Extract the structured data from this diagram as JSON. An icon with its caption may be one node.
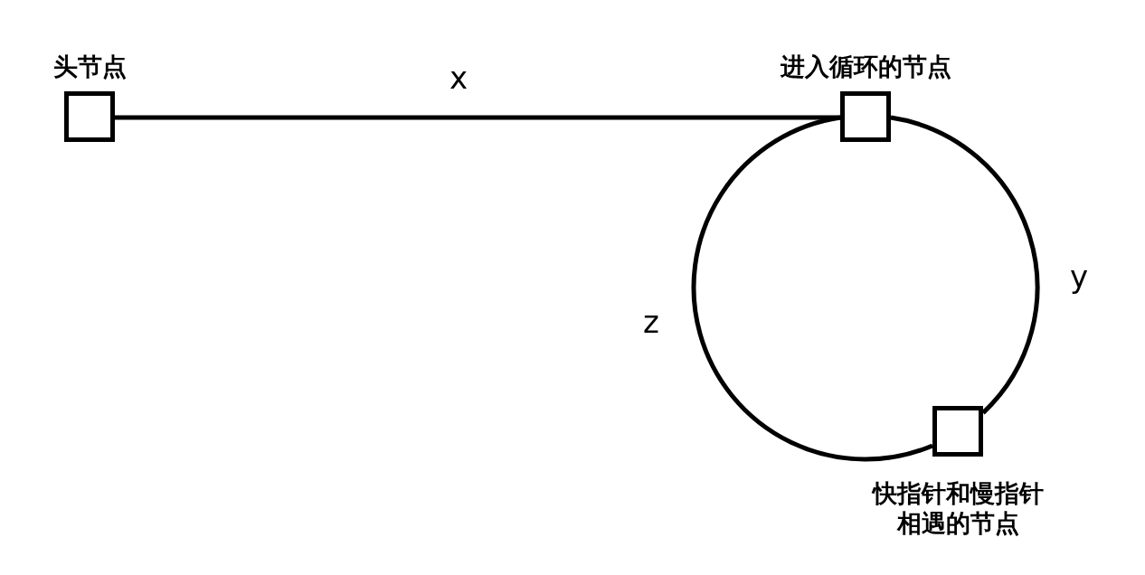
{
  "diagram": {
    "nodes": [
      {
        "text": [
          "头节点"
        ]
      },
      {
        "text": [
          "进入循环的节点"
        ]
      },
      {
        "text": [
          "快指针和慢指针相遇的节点"
        ]
      }
    ],
    "edges": [
      {
        "from": 0,
        "to": 1,
        "arrow": "none",
        "label": "x"
      },
      {
        "from": 1,
        "to": 2,
        "arrow": "none",
        "label": "y"
      },
      {
        "from": 2,
        "to": 1,
        "arrow": "none",
        "label": "z"
      }
    ]
  }
}
